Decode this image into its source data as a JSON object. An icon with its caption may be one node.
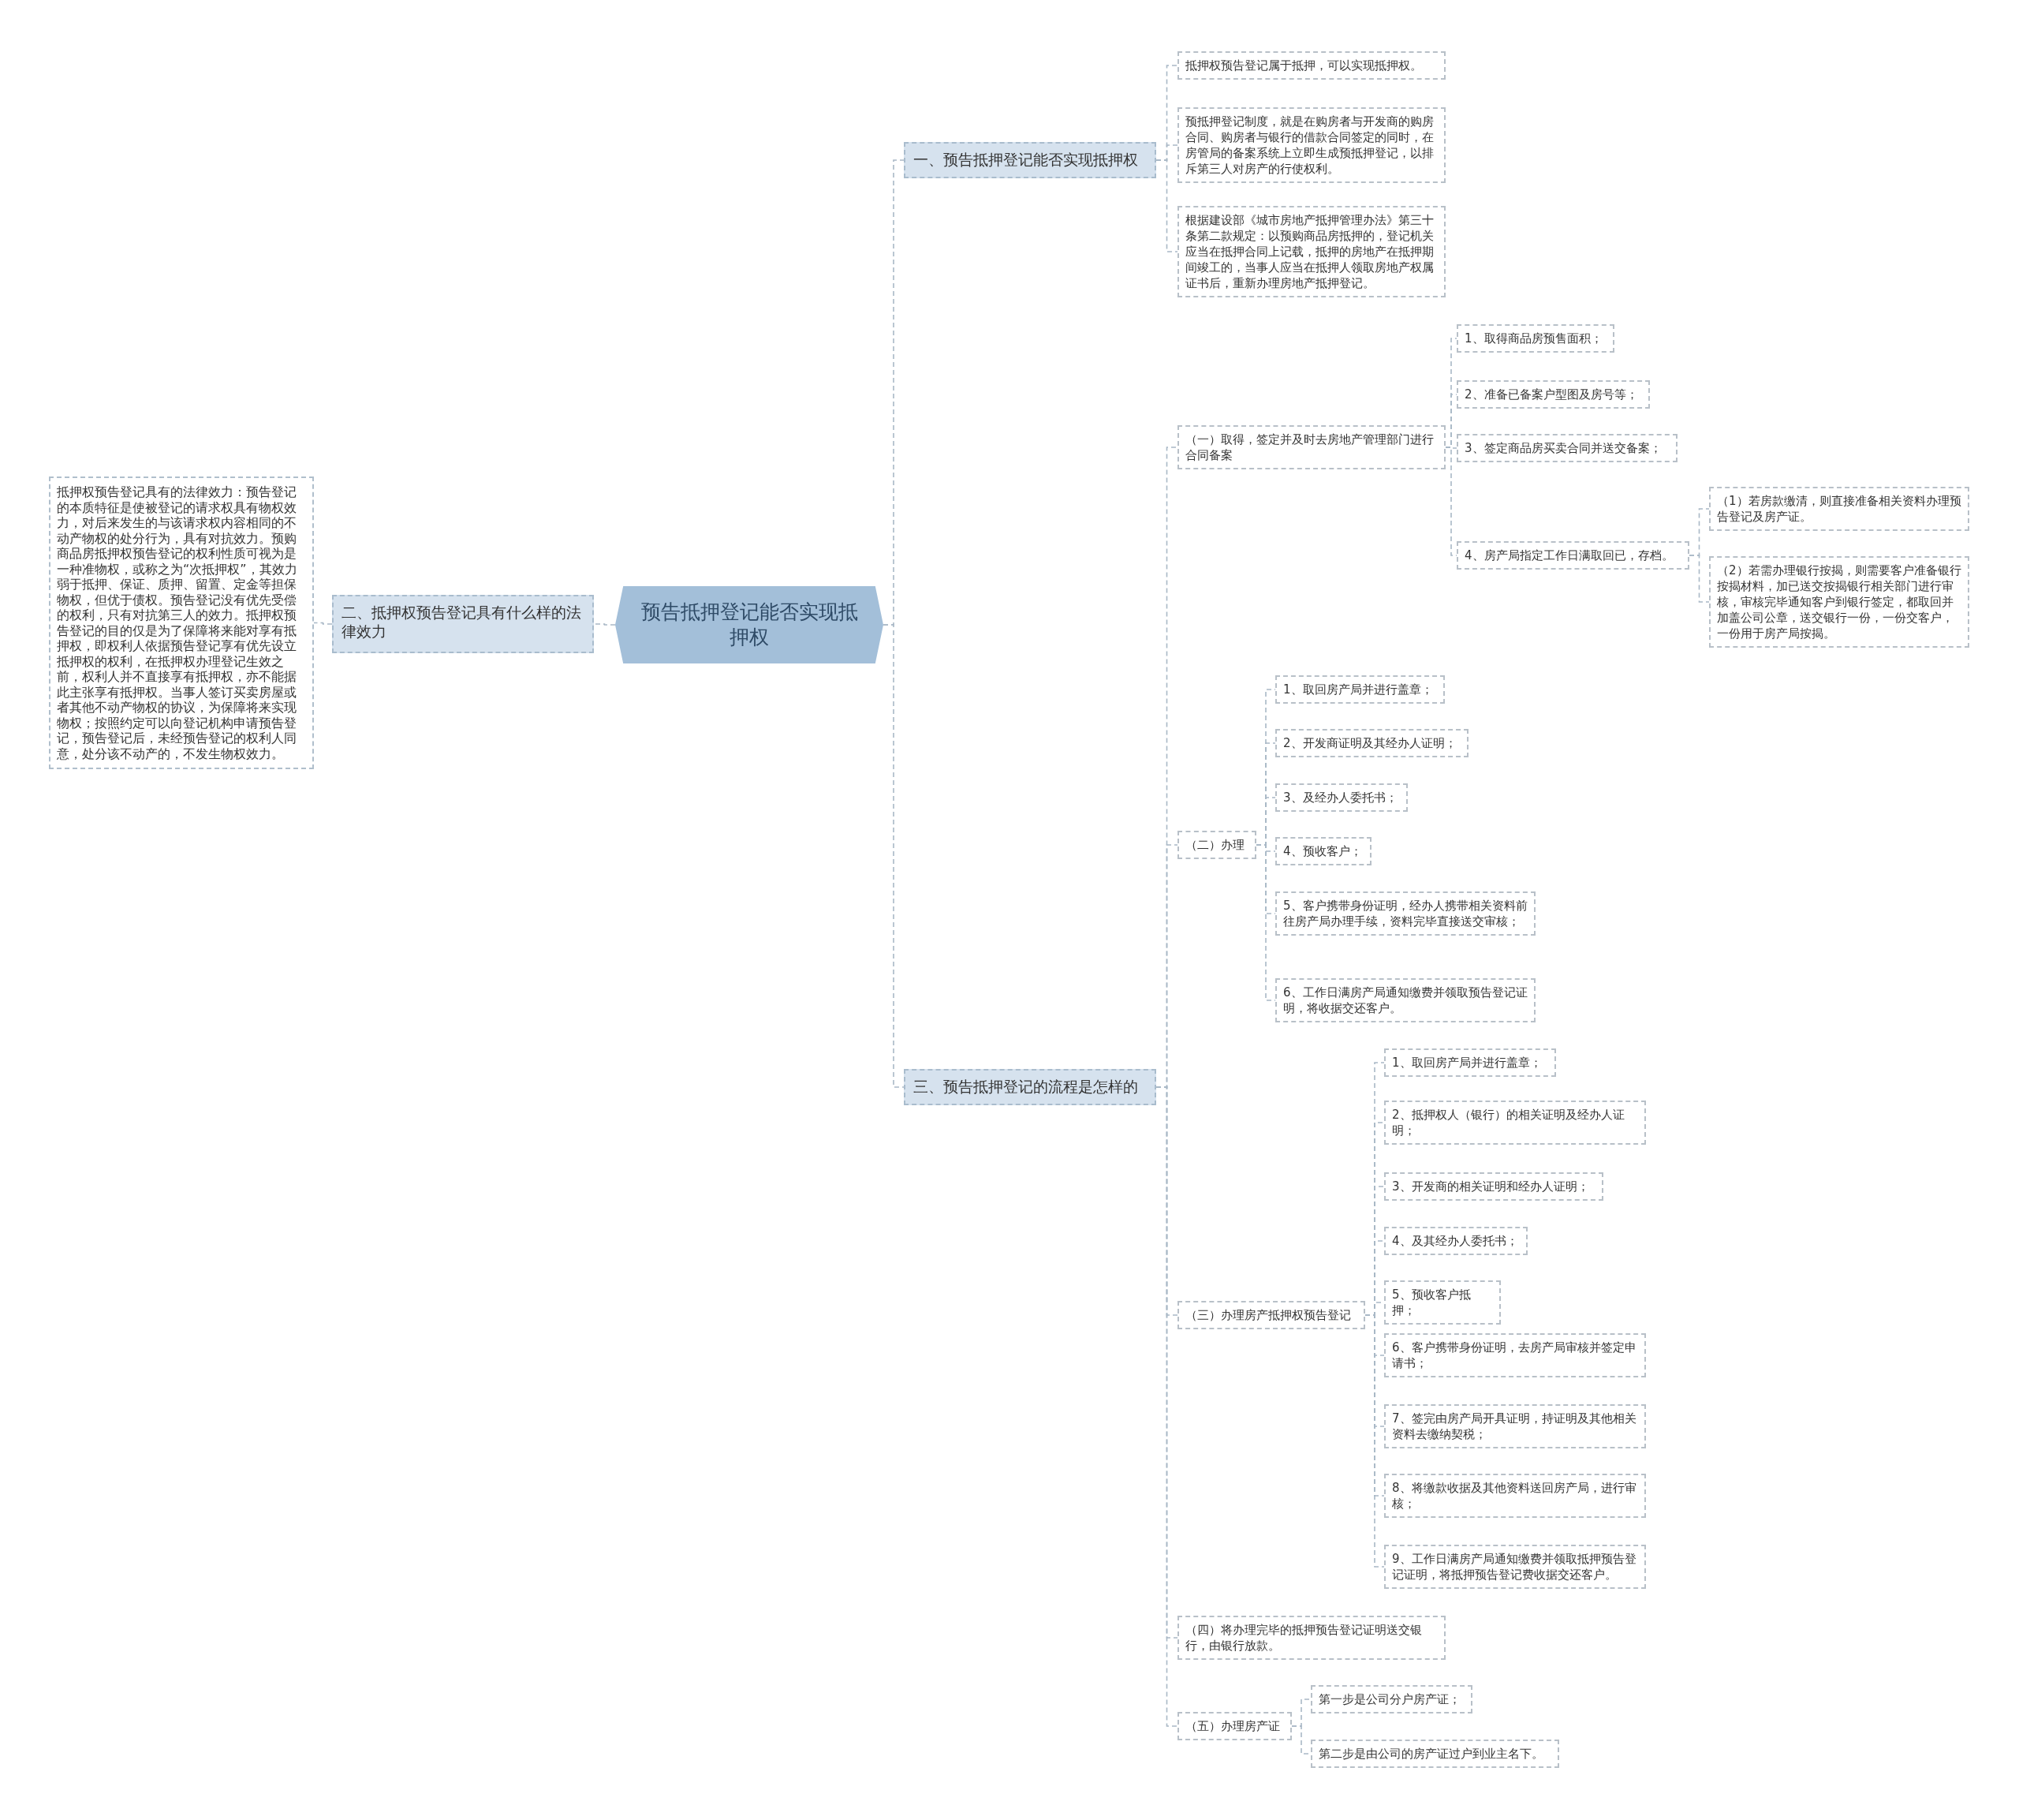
{
  "diagram": {
    "nodes": [
      {
        "text": [
          "预告抵押登记能否实现抵押权"
        ]
      },
      {
        "text": [
          "二、抵押权预告登记具有什么样的法律效力"
        ]
      },
      {
        "text": [
          "抵押权预告登记具有的法律效力：预告登记的本质特征是使被登记的请求权具有物权效力，对后来发生的与该请求权内容相同的不动产物权的处分行为，具有对抗效力。预购商品房抵押权预告登记的权利性质可视为是一种准物权，或称之为“次抵押权”，其效力弱于抵押、保证、质押、留置、定金等担保物权，但优于债权。预告登记没有优先受偿的权利，只有对抗第三人的效力。抵押权预告登记的目的仅是为了保障将来能对享有抵押权，即权利人依据预告登记享有优先设立抵押权的权利，在抵押权办理登记生效之前，权利人并不直接享有抵押权，亦不能据此主张享有抵押权。当事人签订买卖房屋或者其他不动产物权的协议，为保障将来实现物权；按照约定可以向登记机构申请预告登记，预告登记后，未经预告登记的权利人同意，处分该不动产的，不发生物权效力。"
        ]
      },
      {
        "text": [
          "一、预告抵押登记能否实现抵押权"
        ]
      },
      {
        "text": [
          "抵押权预告登记属于抵押，可以实现抵押权。"
        ]
      },
      {
        "text": [
          "预抵押登记制度，就是在购房者与开发商的购房合同、购房者与银行的借款合同签定的同时，在房管局的备案系统上立即生成预抵押登记，以排斥第三人对房产的行使权利。"
        ]
      },
      {
        "text": [
          "根据建设部《城市房地产抵押管理办法》第三十条第二款规定：以预购商品房抵押的，登记机关应当在抵押合同上记载，抵押的房地产在抵押期间竣工的，当事人应当在抵押人领取房地产权属证书后，重新办理房地产抵押登记。"
        ]
      },
      {
        "text": [
          "三、预告抵押登记的流程是怎样的"
        ]
      },
      {
        "text": [
          "（一）取得，签定并及时去房地产管理部门进行合同备案"
        ]
      },
      {
        "text": [
          "1、取得商品房预售面积；"
        ]
      },
      {
        "text": [
          "2、准备已备案户型图及房号等；"
        ]
      },
      {
        "text": [
          "3、签定商品房买卖合同并送交备案；"
        ]
      },
      {
        "text": [
          "4、房产局指定工作日满取回已，存档。"
        ]
      },
      {
        "text": [
          "（1）若房款缴清，则直接准备相关资料办理预告登记及房产证。"
        ]
      },
      {
        "text": [
          "（2）若需办理银行按揭，则需要客户准备银行按揭材料，加已送交按揭银行相关部门进行审核，审核完毕通知客户到银行签定，都取回并加盖公司公章，送交银行一份，一份交客户，一份用于房产局按揭。"
        ]
      },
      {
        "text": [
          "（二）办理"
        ]
      },
      {
        "text": [
          "1、取回房产局并进行盖章；"
        ]
      },
      {
        "text": [
          "2、开发商证明及其经办人证明；"
        ]
      },
      {
        "text": [
          "3、及经办人委托书；"
        ]
      },
      {
        "text": [
          "4、预收客户；"
        ]
      },
      {
        "text": [
          "5、客户携带身份证明，经办人携带相关资料前往房产局办理手续，资料完毕直接送交审核；"
        ]
      },
      {
        "text": [
          "6、工作日满房产局通知缴费并领取预告登记证明，将收据交还客户。"
        ]
      },
      {
        "text": [
          "（三）办理房产抵押权预告登记"
        ]
      },
      {
        "text": [
          "1、取回房产局并进行盖章；"
        ]
      },
      {
        "text": [
          "2、抵押权人（银行）的相关证明及经办人证明；"
        ]
      },
      {
        "text": [
          "3、开发商的相关证明和经办人证明；"
        ]
      },
      {
        "text": [
          "4、及其经办人委托书；"
        ]
      },
      {
        "text": [
          "5、预收客户抵押；"
        ]
      },
      {
        "text": [
          "6、客户携带身份证明，去房产局审核并签定申请书；"
        ]
      },
      {
        "text": [
          "7、签完由房产局开具证明，持证明及其他相关资料去缴纳契税；"
        ]
      },
      {
        "text": [
          "8、将缴款收据及其他资料送回房产局，进行审核；"
        ]
      },
      {
        "text": [
          "9、工作日满房产局通知缴费并领取抵押预告登记证明，将抵押预告登记费收据交还客户。"
        ]
      },
      {
        "text": [
          "（四）将办理完毕的抵押预告登记证明送交银行，由银行放款。"
        ]
      },
      {
        "text": [
          "（五）办理房产证"
        ]
      },
      {
        "text": [
          "第一步是公司分户房产证；"
        ]
      },
      {
        "text": [
          "第二步是由公司的房产证过户到业主名下。"
        ]
      }
    ],
    "edges": [
      {
        "from": 0,
        "to": 1,
        "arrow": "none"
      },
      {
        "from": 0,
        "to": 3,
        "arrow": "none"
      },
      {
        "from": 0,
        "to": 7,
        "arrow": "none"
      },
      {
        "from": 1,
        "to": 2,
        "arrow": "none"
      },
      {
        "from": 3,
        "to": 4,
        "arrow": "none"
      },
      {
        "from": 3,
        "to": 5,
        "arrow": "none"
      },
      {
        "from": 3,
        "to": 6,
        "arrow": "none"
      },
      {
        "from": 7,
        "to": 8,
        "arrow": "none"
      },
      {
        "from": 7,
        "to": 15,
        "arrow": "none"
      },
      {
        "from": 7,
        "to": 22,
        "arrow": "none"
      },
      {
        "from": 7,
        "to": 32,
        "arrow": "none"
      },
      {
        "from": 7,
        "to": 33,
        "arrow": "none"
      },
      {
        "from": 8,
        "to": 9,
        "arrow": "none"
      },
      {
        "from": 8,
        "to": 10,
        "arrow": "none"
      },
      {
        "from": 8,
        "to": 11,
        "arrow": "none"
      },
      {
        "from": 8,
        "to": 12,
        "arrow": "none"
      },
      {
        "from": 12,
        "to": 13,
        "arrow": "none"
      },
      {
        "from": 12,
        "to": 14,
        "arrow": "none"
      },
      {
        "from": 15,
        "to": 16,
        "arrow": "none"
      },
      {
        "from": 15,
        "to": 17,
        "arrow": "none"
      },
      {
        "from": 15,
        "to": 18,
        "arrow": "none"
      },
      {
        "from": 15,
        "to": 19,
        "arrow": "none"
      },
      {
        "from": 15,
        "to": 20,
        "arrow": "none"
      },
      {
        "from": 15,
        "to": 21,
        "arrow": "none"
      },
      {
        "from": 22,
        "to": 23,
        "arrow": "none"
      },
      {
        "from": 22,
        "to": 24,
        "arrow": "none"
      },
      {
        "from": 22,
        "to": 25,
        "arrow": "none"
      },
      {
        "from": 22,
        "to": 26,
        "arrow": "none"
      },
      {
        "from": 22,
        "to": 27,
        "arrow": "none"
      },
      {
        "from": 22,
        "to": 28,
        "arrow": "none"
      },
      {
        "from": 22,
        "to": 29,
        "arrow": "none"
      },
      {
        "from": 22,
        "to": 30,
        "arrow": "none"
      },
      {
        "from": 22,
        "to": 31,
        "arrow": "none"
      },
      {
        "from": 33,
        "to": 34,
        "arrow": "none"
      },
      {
        "from": 33,
        "to": 35,
        "arrow": "none"
      }
    ]
  }
}
